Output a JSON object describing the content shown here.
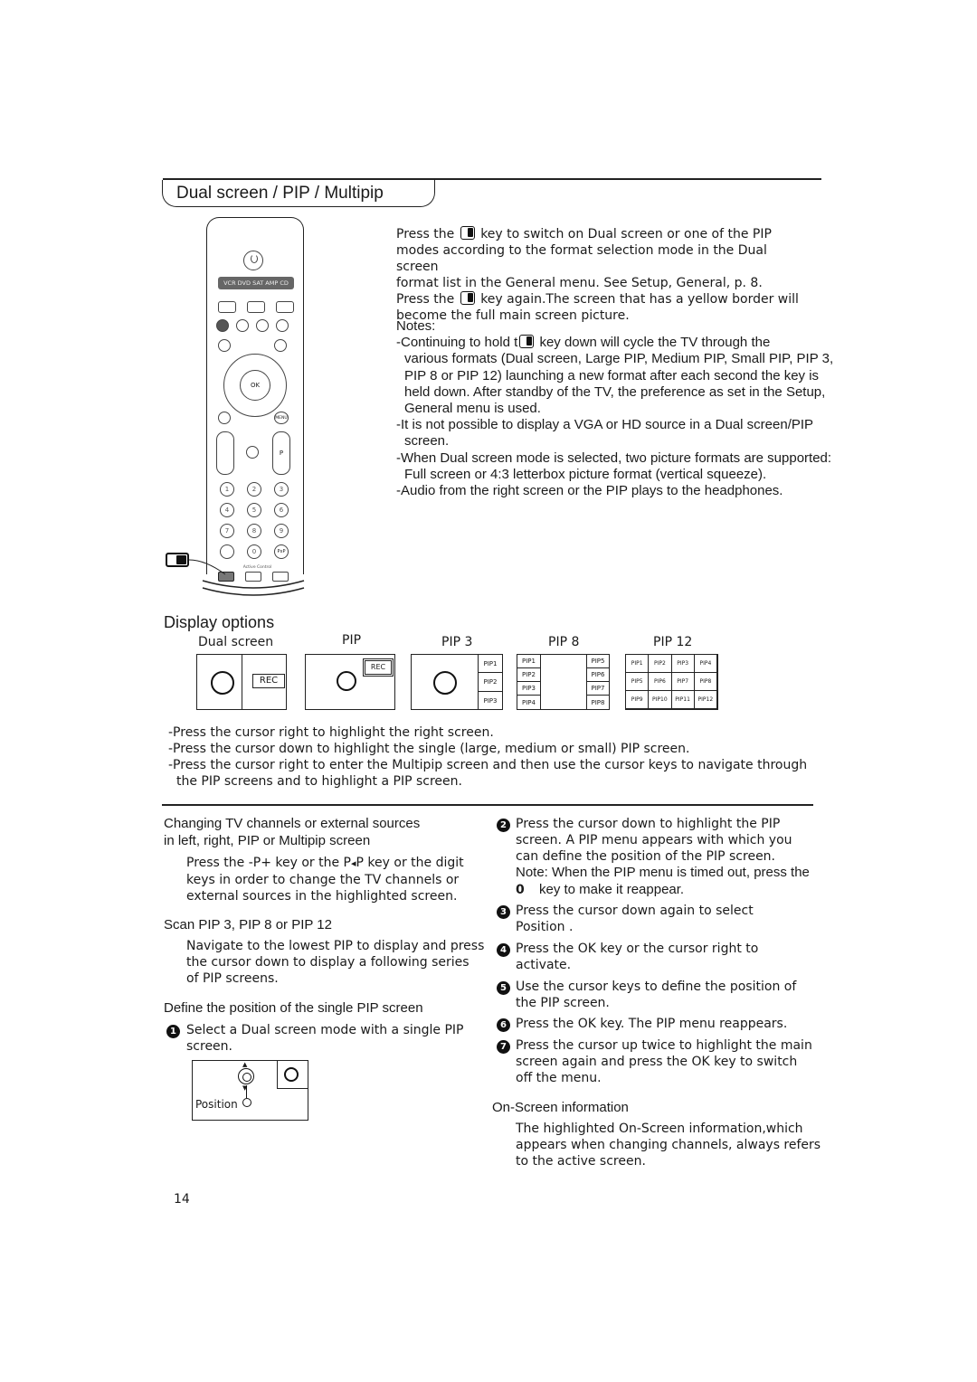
{
  "header": {
    "title": "Dual screen / PIP / Multipip"
  },
  "intro": {
    "line1_before": "Press the",
    "line1_after": "key to switch on Dual screen or one of the PIP",
    "line2": "modes according to the format selection mode in the Dual screen",
    "line3": "format list in the General menu. See Setup, General, p. 8.",
    "line4_before": "Press the",
    "line4_after": "key again.The screen that has a yellow border will",
    "line5": "become the full main screen picture."
  },
  "notes": {
    "heading": "Notes:",
    "lines": [
      "-Continuing to hold t",
      "key down will cycle the TV through the",
      "various formats (Dual screen, Large PIP, Medium PIP, Small PIP, PIP 3,",
      "PIP 8 or PIP 12) launching a new format after each second the key is",
      "held down. After standby of the TV, the preference as set in the Setup,",
      "General menu is used.",
      "-It is not possible to display a VGA or HD source in a Dual screen/PIP",
      "screen.",
      "-When Dual screen mode is selected, two picture formats are supported:",
      "Full screen or 4:3 letterbox picture format (vertical squeeze).",
      "-Audio from the right screen or the PIP plays to the headphones."
    ]
  },
  "remote": {
    "source_keys": "VCR DVD SAT AMP CD",
    "ok_label": "OK",
    "numbers": [
      "1",
      "2",
      "3",
      "4",
      "5",
      "6",
      "7",
      "8",
      "9",
      "0"
    ],
    "pip_key": "PxP",
    "active_control": "Active Control",
    "menu_label": "MENU",
    "p_label": "P"
  },
  "display_options": {
    "heading": "Display options",
    "labels": [
      "Dual screen",
      "PIP",
      "PIP 3",
      "PIP 8",
      "PIP 12"
    ],
    "rec_label": "REC",
    "pip3_cells": [
      "PIP1",
      "PIP2",
      "PIP3"
    ],
    "pip8_left": [
      "PIP1",
      "PIP2",
      "PIP3",
      "PIP4"
    ],
    "pip8_right": [
      "PIP5",
      "PIP6",
      "PIP7",
      "PIP8"
    ],
    "pip12_cells": [
      "PIP1",
      "PIP2",
      "PIP3",
      "PIP4",
      "PIP5",
      "PIP6",
      "PIP7",
      "PIP8",
      "PIP9",
      "PIP10",
      "PIP11",
      "PIP12"
    ]
  },
  "cursor_notes": [
    "-Press the cursor right to highlight the right screen.",
    "-Press the cursor down to highlight the single (large, medium or small) PIP screen.",
    "-Press the cursor right to enter the Multipip screen and then use the cursor keys to navigate through",
    "the PIP screens and to highlight a PIP screen."
  ],
  "left_col": {
    "h1_line1": "Changing TV channels or external sources",
    "h1_line2": "in left, right, PIP or Multipip screen",
    "p1_l1": "Press the -P+ key or the P",
    "p1_l1b": "P key or the digit",
    "p1_l2": "keys in order to change the TV channels or",
    "p1_l3": "external sources in the highlighted screen.",
    "h2": "Scan PIP 3, PIP 8 or PIP 12",
    "p2_l1": "Navigate to the lowest PIP to display and press",
    "p2_l2": "the cursor down to display a following series",
    "p2_l3": "of PIP screens.",
    "h3": "Define the position of the single PIP screen",
    "step1_l1": "Select a Dual screen mode with a single PIP",
    "step1_l2": "screen.",
    "position_label": "Position"
  },
  "right_col": {
    "step2_l1": "Press the cursor down to highlight the PIP",
    "step2_l2": "screen. A PIP menu appears with which you",
    "step2_l3": "can define the position of the PIP screen.",
    "note_l1": "Note: When the PIP menu is timed out, press the",
    "note_l2_key": "0",
    "note_l2": "key to make it reappear.",
    "step3_l1": "Press the cursor down again to select",
    "step3_l2": "Position .",
    "step4_l1": "Press the OK  key or the cursor right to",
    "step4_l2": "activate.",
    "step5_l1": "Use the cursor keys to define the position of",
    "step5_l2": "the PIP screen.",
    "step6": "Press the OK  key. The PIP menu reappears.",
    "step7_l1": "Press the cursor up twice to highlight the main",
    "step7_l2": "screen again and press the OK  key to switch",
    "step7_l3": "off the menu.",
    "h_osi": "On-Screen information",
    "osi_l1": "The highlighted On-Screen information,which",
    "osi_l2": "appears when changing channels, always refers",
    "osi_l3": "to the active screen."
  },
  "bullets": [
    "1",
    "2",
    "3",
    "4",
    "5",
    "6",
    "7"
  ],
  "page_number": "14"
}
